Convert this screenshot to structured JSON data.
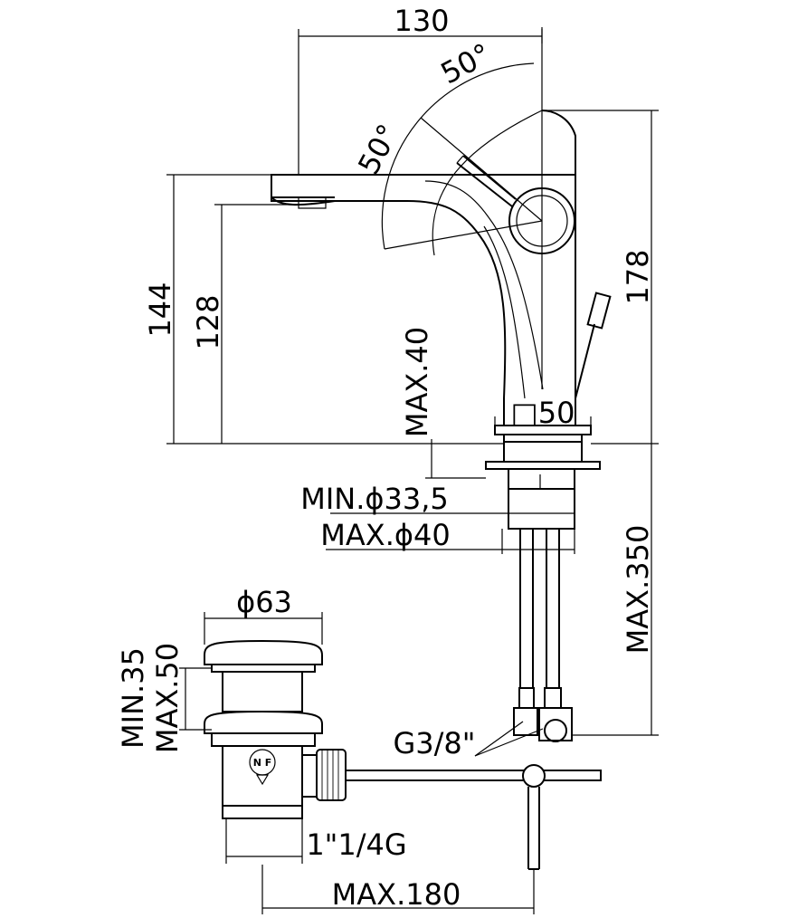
{
  "dimensions": {
    "width_top": "130",
    "angle_upper": "50°",
    "angle_lower": "50°",
    "height_total": "178",
    "height_spout": "144",
    "height_outlet": "128",
    "deck_max": "MAX.40",
    "base_square": "□50",
    "hole_min": "MIN.ϕ33,5",
    "hole_max": "MAX.ϕ40",
    "hose_max": "MAX.350",
    "waste_diameter": "ϕ63",
    "waste_min": "MIN.35",
    "waste_max": "MAX.50",
    "hose_thread": "G3/8\"",
    "waste_thread": "1\"1/4G",
    "rod_max": "MAX.180"
  },
  "marks": {
    "nf_letters": "N F"
  },
  "colors": {
    "line": "#000000",
    "background": "#ffffff"
  }
}
